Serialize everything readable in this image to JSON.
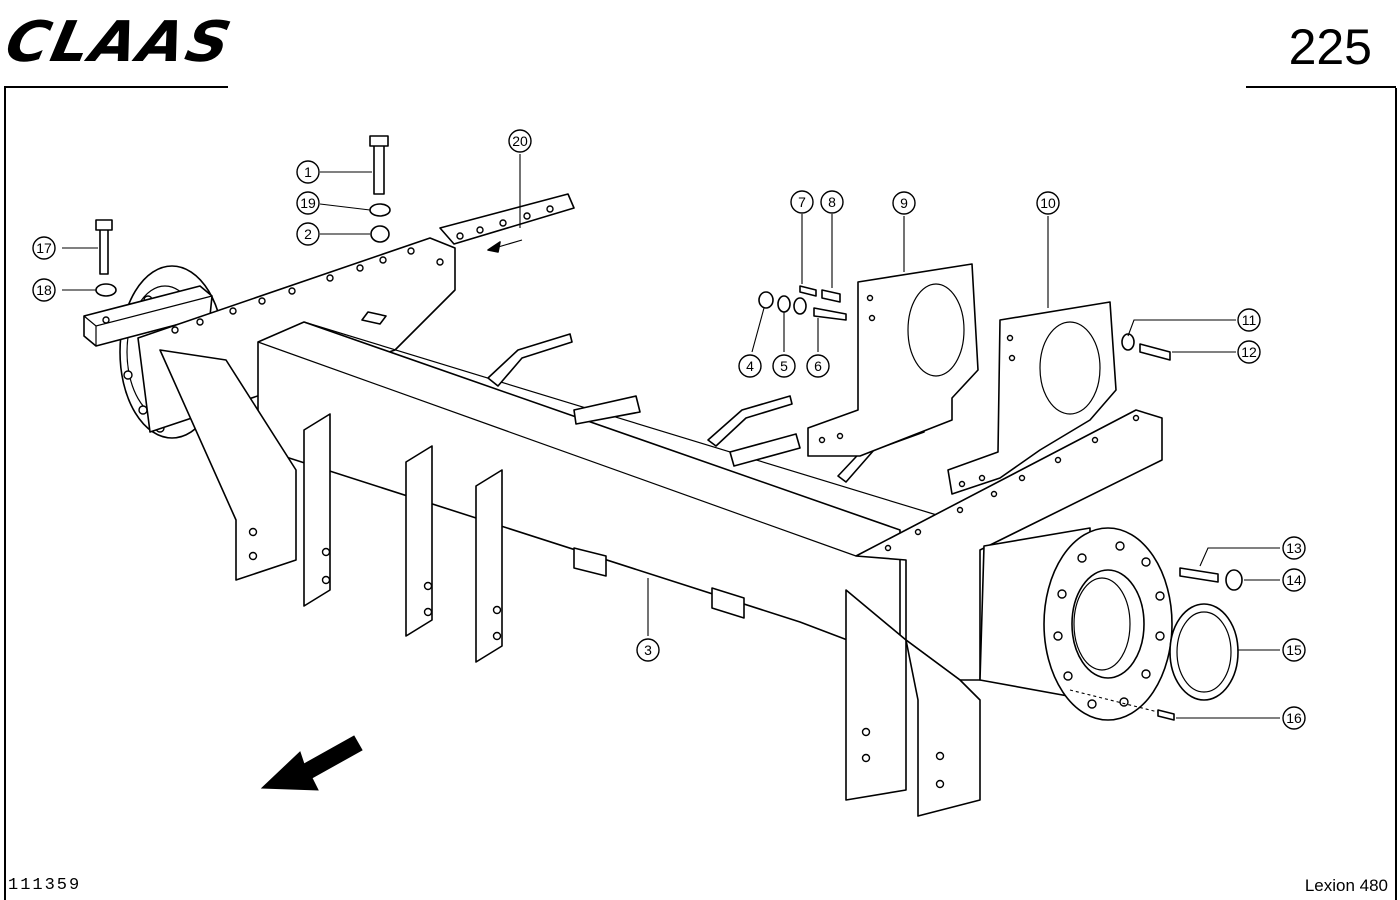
{
  "header": {
    "brand": "CLAAS",
    "page_number": "225"
  },
  "footer": {
    "drawing_number": "111359",
    "model": "Lexion 480"
  },
  "callouts": [
    {
      "label": "1"
    },
    {
      "label": "2"
    },
    {
      "label": "3"
    },
    {
      "label": "4"
    },
    {
      "label": "5"
    },
    {
      "label": "6"
    },
    {
      "label": "7"
    },
    {
      "label": "8"
    },
    {
      "label": "9"
    },
    {
      "label": "10"
    },
    {
      "label": "11"
    },
    {
      "label": "12"
    },
    {
      "label": "13"
    },
    {
      "label": "14"
    },
    {
      "label": "15"
    },
    {
      "label": "16"
    },
    {
      "label": "17"
    },
    {
      "label": "18"
    },
    {
      "label": "19"
    },
    {
      "label": "20"
    }
  ]
}
